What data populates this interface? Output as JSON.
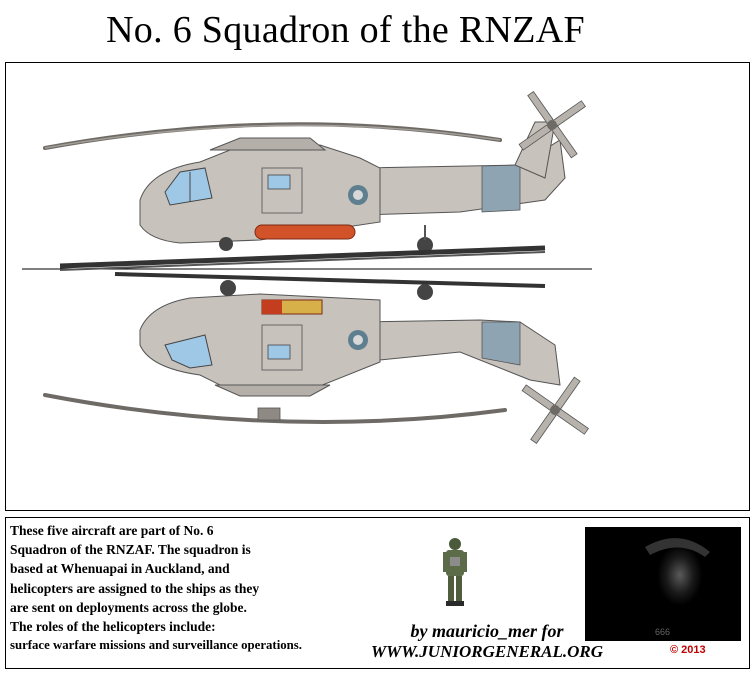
{
  "title": "No. 6 Squadron of the RNZAF",
  "description_lines": [
    "These five aircraft are part of No. 6",
    "Squadron of the RNZAF. The squadron is",
    "based at Whenuapai in Auckland, and",
    "helicopters are assigned to the ships as they",
    "are sent on deployments across the globe.",
    "The roles of the helicopters include:",
    "surface warfare missions and surveillance operations."
  ],
  "credit": {
    "by": "by mauricio_mer for",
    "url": "WWW.JUNIORGENERAL.ORG"
  },
  "copyright": "© 2013",
  "colors": {
    "fuselage": "#c8c2bc",
    "fuselage_dark": "#8f8984",
    "tail_band": "#8ea4b3",
    "torpedo": "#d2522a",
    "roundel": "#5d7f8f",
    "canopy": "#9fc7e6"
  },
  "icons": {
    "top_helicopter": "helicopter-side-profile-icon",
    "bottom_helicopter": "helicopter-inverted-profile-icon",
    "soldier": "soldier-figure-icon",
    "portrait": "dark-portrait-photo"
  }
}
